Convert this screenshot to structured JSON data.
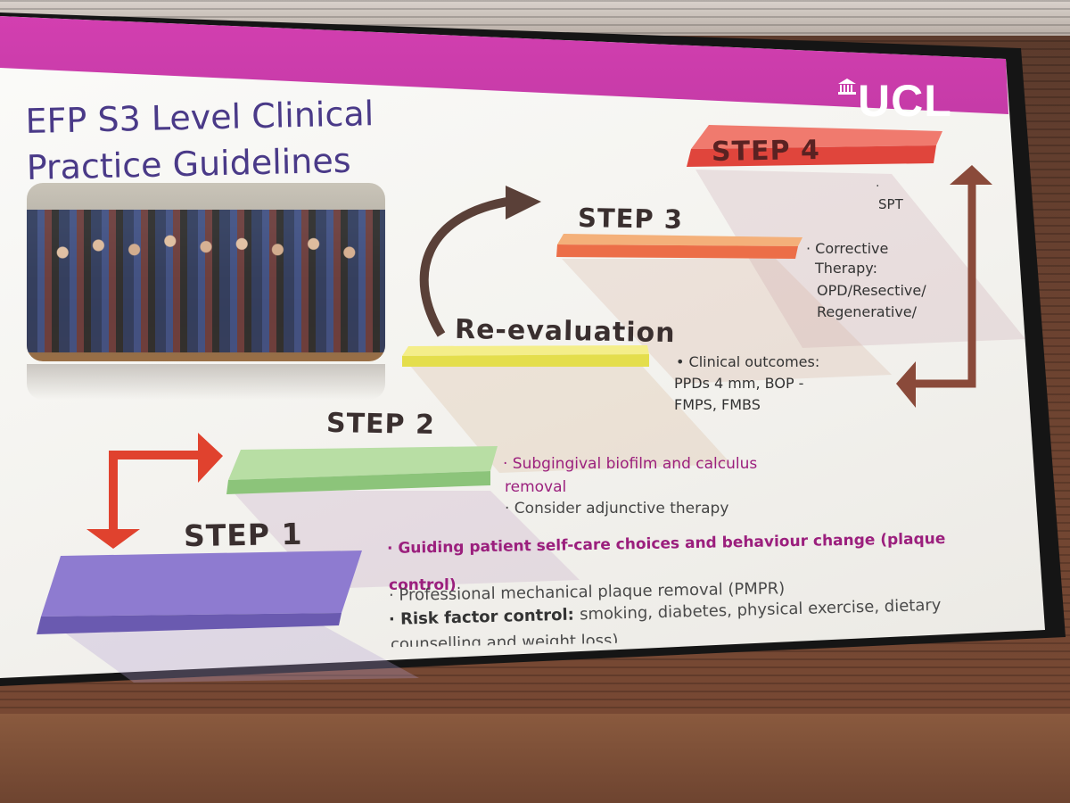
{
  "slide": {
    "title": "EFP S3 Level Clinical Practice Guidelines",
    "title_line1": "EFP S3 Level Clinical",
    "title_line2": "Practice Guidelines",
    "logo": "UCL"
  },
  "steps": {
    "step4": {
      "label": "STEP 4",
      "bullet_marker": "·",
      "text": "SPT"
    },
    "step3": {
      "label": "STEP 3",
      "b1": "· Corrective",
      "b2": "Therapy:",
      "b3": "OPD/Resective/",
      "b4": "Regenerative/"
    },
    "reeval": {
      "label": "Re-evaluation",
      "b1": "• Clinical outcomes:",
      "b2": "PPDs 4 mm, BOP -",
      "b3": "FMPS, FMBS"
    },
    "step2": {
      "label": "STEP 2",
      "b1": "· Subgingival biofilm and calculus",
      "b2": "removal",
      "b3_prefix": "· Consider ",
      "b3_rest": "adjunctive therapy"
    },
    "step1": {
      "label": "STEP 1",
      "b1": "· Guiding patient self-care choices and behaviour change (plaque",
      "b1b": "control)",
      "b2": "· Professional mechanical plaque removal (PMPR)",
      "b3_bold": "· Risk factor control: ",
      "b3_rest": "smoking, diabetes, physical exercise, dietary",
      "b3b": "counselling and weight loss)"
    }
  },
  "colors": {
    "header": "#c93aa8",
    "title": "#4a3a88",
    "step4": "#e24a3e",
    "step3": "#ee7a4e",
    "reeval": "#e6e04a",
    "step2": "#9fd08a",
    "step1": "#7d6bbf",
    "arrow_red": "#e0422e",
    "arrow_brown": "#8a4a3a"
  }
}
